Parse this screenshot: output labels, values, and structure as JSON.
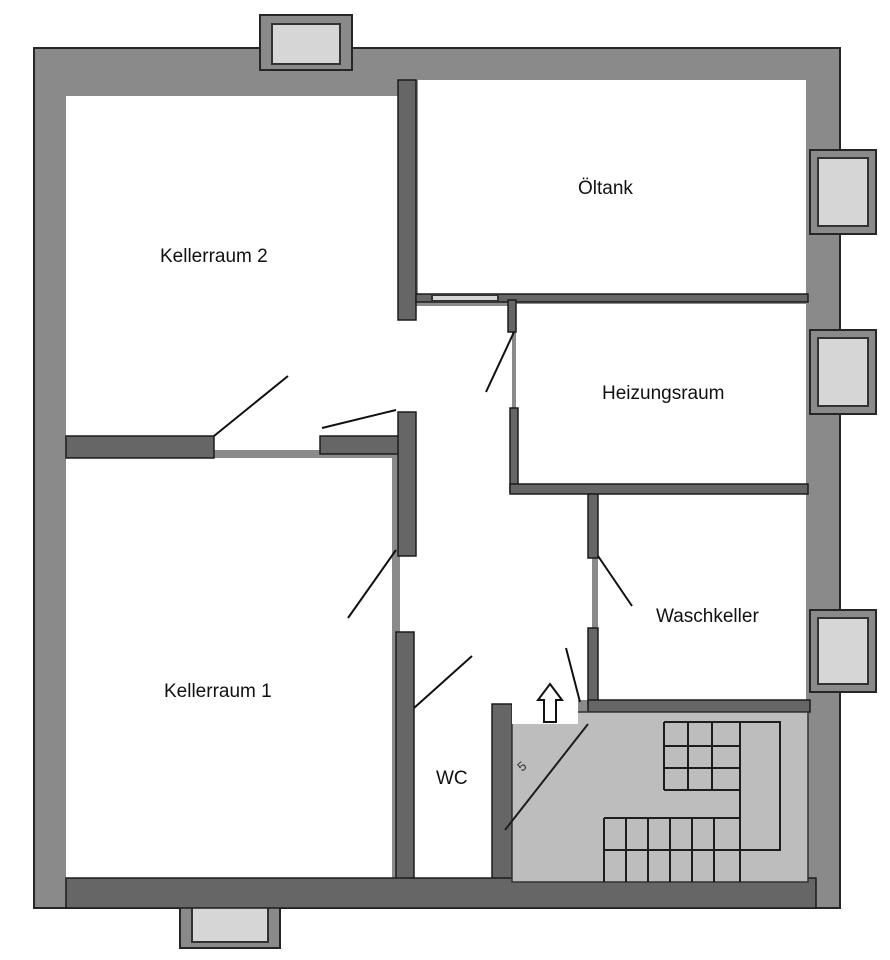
{
  "plan": {
    "rooms": {
      "kellerraum2": "Kellerraum 2",
      "oeltank": "Öltank",
      "heizungsraum": "Heizungsraum",
      "waschkeller": "Waschkeller",
      "kellerraum1": "Kellerraum 1",
      "wc": "WC"
    },
    "colors": {
      "wall": "#8a8a8a",
      "wall_outline": "#262626",
      "floor": "#ffffff",
      "stair_area": "#bdbdbd"
    },
    "icons": [
      "entrance-arrow-icon",
      "stair-icon",
      "door-swing-icon",
      "window-icon"
    ]
  }
}
